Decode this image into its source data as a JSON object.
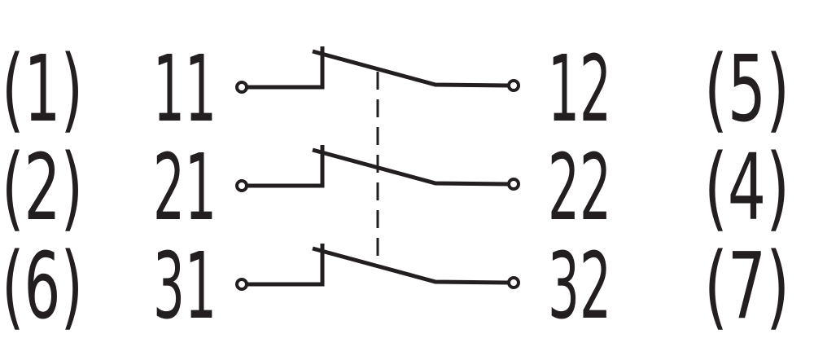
{
  "diagram": {
    "poles": [
      {
        "pin_left": "(1)",
        "terminal_left": "11",
        "terminal_right": "12",
        "pin_right": "(5)"
      },
      {
        "pin_left": "(2)",
        "terminal_left": "21",
        "terminal_right": "22",
        "pin_right": "(4)"
      },
      {
        "pin_left": "(6)",
        "terminal_left": "31",
        "terminal_right": "32",
        "pin_right": "(7)"
      }
    ],
    "colors": {
      "ink": "#231f20",
      "background": "#ffffff"
    }
  }
}
